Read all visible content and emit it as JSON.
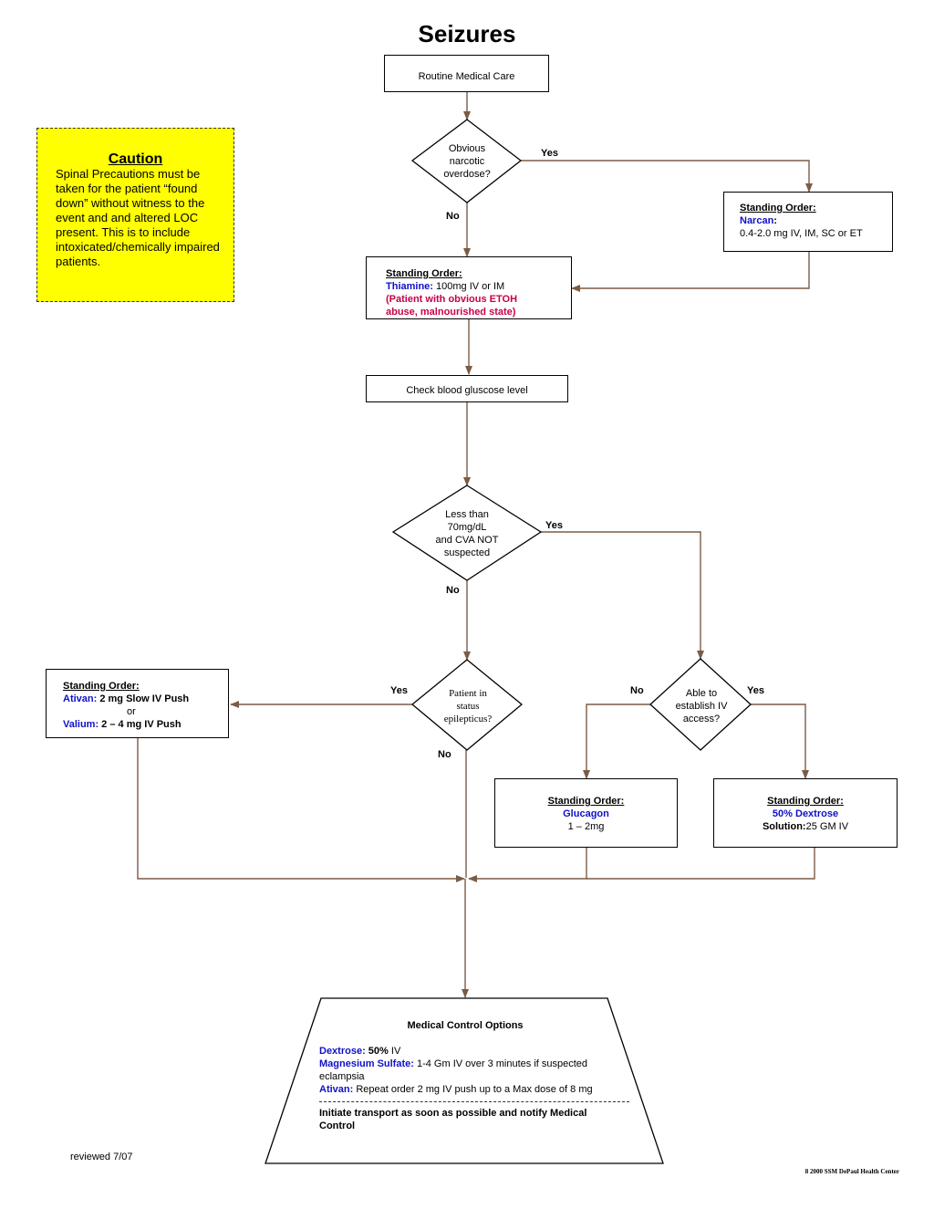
{
  "title": "Seizures",
  "routine_care": "Routine Medical Care",
  "decision_narcotic": [
    "Obvious",
    "narcotic",
    "overdose?"
  ],
  "yes_label": "Yes",
  "no_label": "No",
  "narcan_order": {
    "heading": "Standing Order:",
    "drug": "Narcan",
    "colon": ":",
    "dose": "0.4-2.0 mg IV, IM, SC or ET"
  },
  "thiamine_order": {
    "heading": "Standing Order:",
    "drug": "Thiamine:",
    "dose": " 100mg IV or IM",
    "note_line1": "(Patient with obvious ETOH",
    "note_line2": "abuse, malnourished state)"
  },
  "glucose_check": "Check blood gluscose level",
  "decision_glucose": [
    "Less than",
    "70mg/dL",
    "and CVA NOT",
    "suspected"
  ],
  "decision_status": [
    "Patient in",
    "status",
    "epilepticus?"
  ],
  "decision_iv": [
    "Able to",
    "establish IV",
    "access?"
  ],
  "ativan_order": {
    "heading": "Standing Order:",
    "drug1": "Ativan:",
    "dose1": " 2 mg Slow IV Push",
    "or": "or",
    "drug2": "Valium:",
    "dose2": " 2 – 4 mg IV Push"
  },
  "glucagon_order": {
    "heading": "Standing Order:",
    "drug": "Glucagon",
    "dose": "1 – 2mg"
  },
  "dextrose_order": {
    "heading": "Standing Order:",
    "drug": "50% Dextrose",
    "solution_label": "Solution:",
    "dose": "25 GM IV"
  },
  "caution": {
    "title": "Caution",
    "text": "Spinal Precautions must be taken for the patient “found down” without witness to the event and and altered LOC present.  This is to include intoxicated/chemically impaired patients."
  },
  "medical_control": {
    "title": "Medical Control Options",
    "dextrose_drug": "Dextrose:",
    "dextrose_amount": " 50%",
    "dextrose_route": " IV",
    "mag_drug": "Magnesium Sulfate:",
    "mag_dose": " 1-4 Gm IV over 3 minutes if suspected eclampsia",
    "ativan_drug": "Ativan:",
    "ativan_dose": " Repeat order 2 mg IV push up to a Max dose of 8 mg",
    "transport": "Initiate transport as soon as possible and notify Medical Control"
  },
  "footer_left": "reviewed 7/07",
  "footer_right": "8 2000 SSM DePaul Health Center",
  "colors": {
    "connector": "#7a5c46",
    "caution_fill": "#ffff00",
    "drug_blue": "#1010c8",
    "note_red": "#c8004a"
  }
}
